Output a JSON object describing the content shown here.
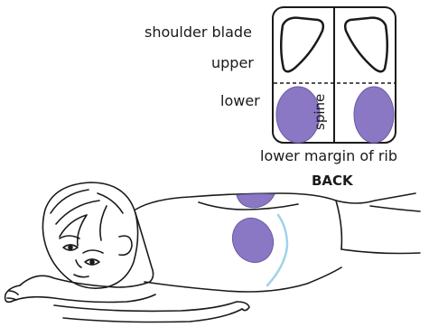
{
  "labels": {
    "shoulder_blade": "shoulder blade",
    "upper": "upper",
    "lower": "lower",
    "spine": "spine",
    "lower_margin_of_rib": "lower margin of rib",
    "back": "BACK"
  },
  "colors": {
    "ink": "#1a1a1a",
    "purple_fill": "#8a78c4",
    "purple_stroke": "#6b5aa8",
    "light_blue": "#9fd3ea"
  }
}
